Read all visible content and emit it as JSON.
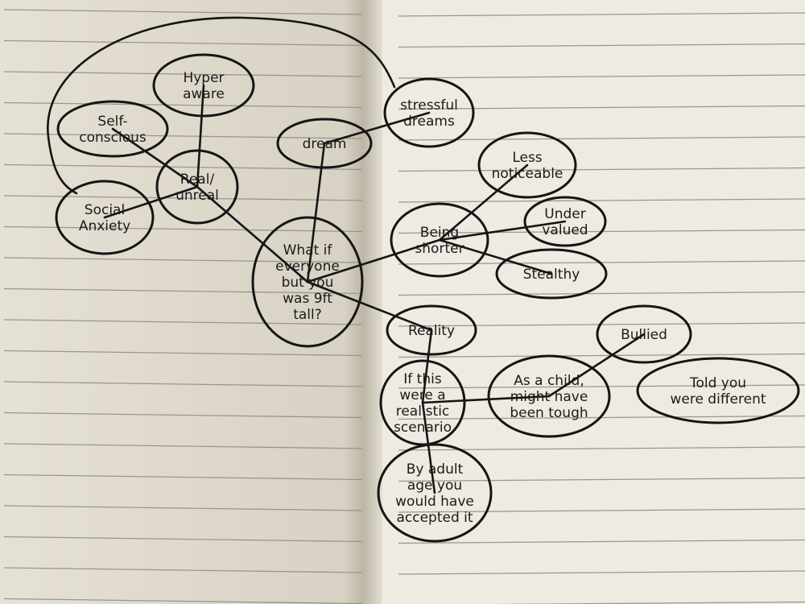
{
  "colors": {
    "ink": "#151515",
    "left_page": "#e6e1d5",
    "right_page": "#eeebe2",
    "rule": "#9a968d"
  },
  "mind_map": {
    "central": {
      "lines": [
        "What if",
        "everyone",
        "but you",
        "was 9ft",
        "tall?"
      ]
    },
    "nodes": {
      "hyper_aware": {
        "lines": [
          "Hyper",
          "aware"
        ]
      },
      "self_conscious": {
        "lines": [
          "Self-",
          "conscious"
        ]
      },
      "real_unreal": {
        "lines": [
          "Real/",
          "unreal"
        ]
      },
      "social_anxiety": {
        "lines": [
          "Social",
          "Anxiety"
        ]
      },
      "dream": {
        "lines": [
          "dream"
        ]
      },
      "stressful_dreams": {
        "lines": [
          "stressful",
          "dreams"
        ]
      },
      "less_noticeable": {
        "lines": [
          "Less",
          "noticeable"
        ]
      },
      "being_shorter": {
        "lines": [
          "Being",
          "shorter"
        ]
      },
      "under_valued": {
        "lines": [
          "Under",
          "valued"
        ]
      },
      "stealthy": {
        "lines": [
          "Stealthy"
        ]
      },
      "reality": {
        "lines": [
          "Reality"
        ]
      },
      "realistic_scenario": {
        "lines": [
          "If this",
          "were a",
          "realistic",
          "scenario"
        ]
      },
      "as_a_child": {
        "lines": [
          "As a child,",
          "might have",
          "been tough"
        ]
      },
      "bullied": {
        "lines": [
          "Bullied"
        ]
      },
      "told_different": {
        "lines": [
          "Told you",
          "were different"
        ]
      },
      "adult_age": {
        "lines": [
          "By adult",
          "age you",
          "would have",
          "accepted it"
        ]
      }
    }
  }
}
